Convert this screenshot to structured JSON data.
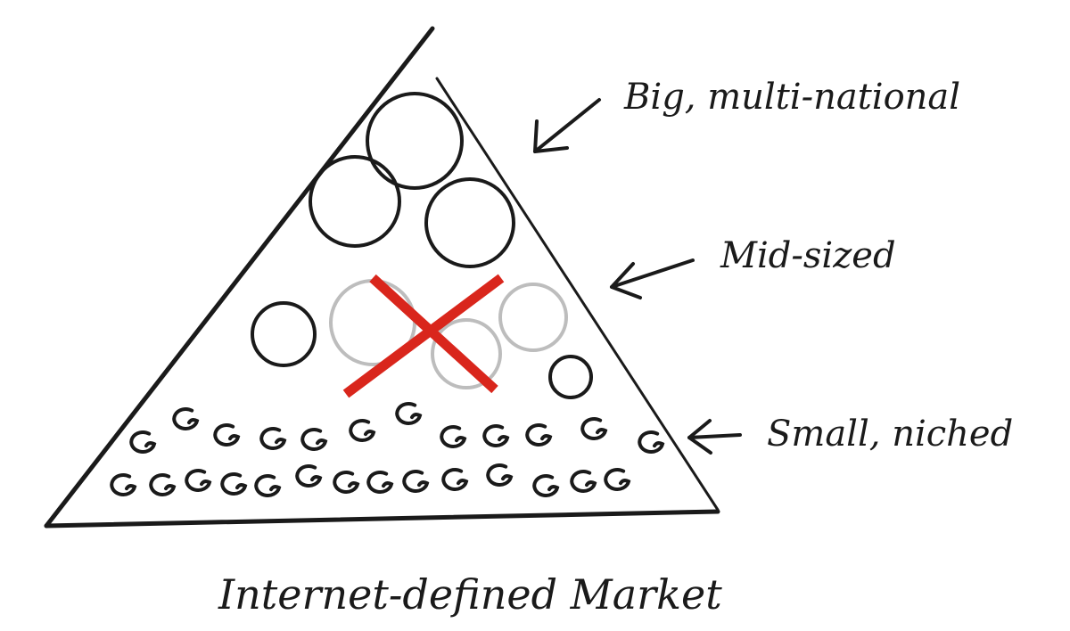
{
  "diagram": {
    "labels": {
      "big": "Big, multi-national",
      "mid": "Mid-sized",
      "small": "Small, niched",
      "title": "Internet-defined Market"
    },
    "colors": {
      "ink": "#1a1a1a",
      "faded_circle": "#bdbdbd",
      "cross": "#d9261c",
      "background": "#ffffff"
    },
    "icons": {
      "crossed_out_mark": "x-mark-icon",
      "pointer": "arrow-left-icon"
    }
  }
}
